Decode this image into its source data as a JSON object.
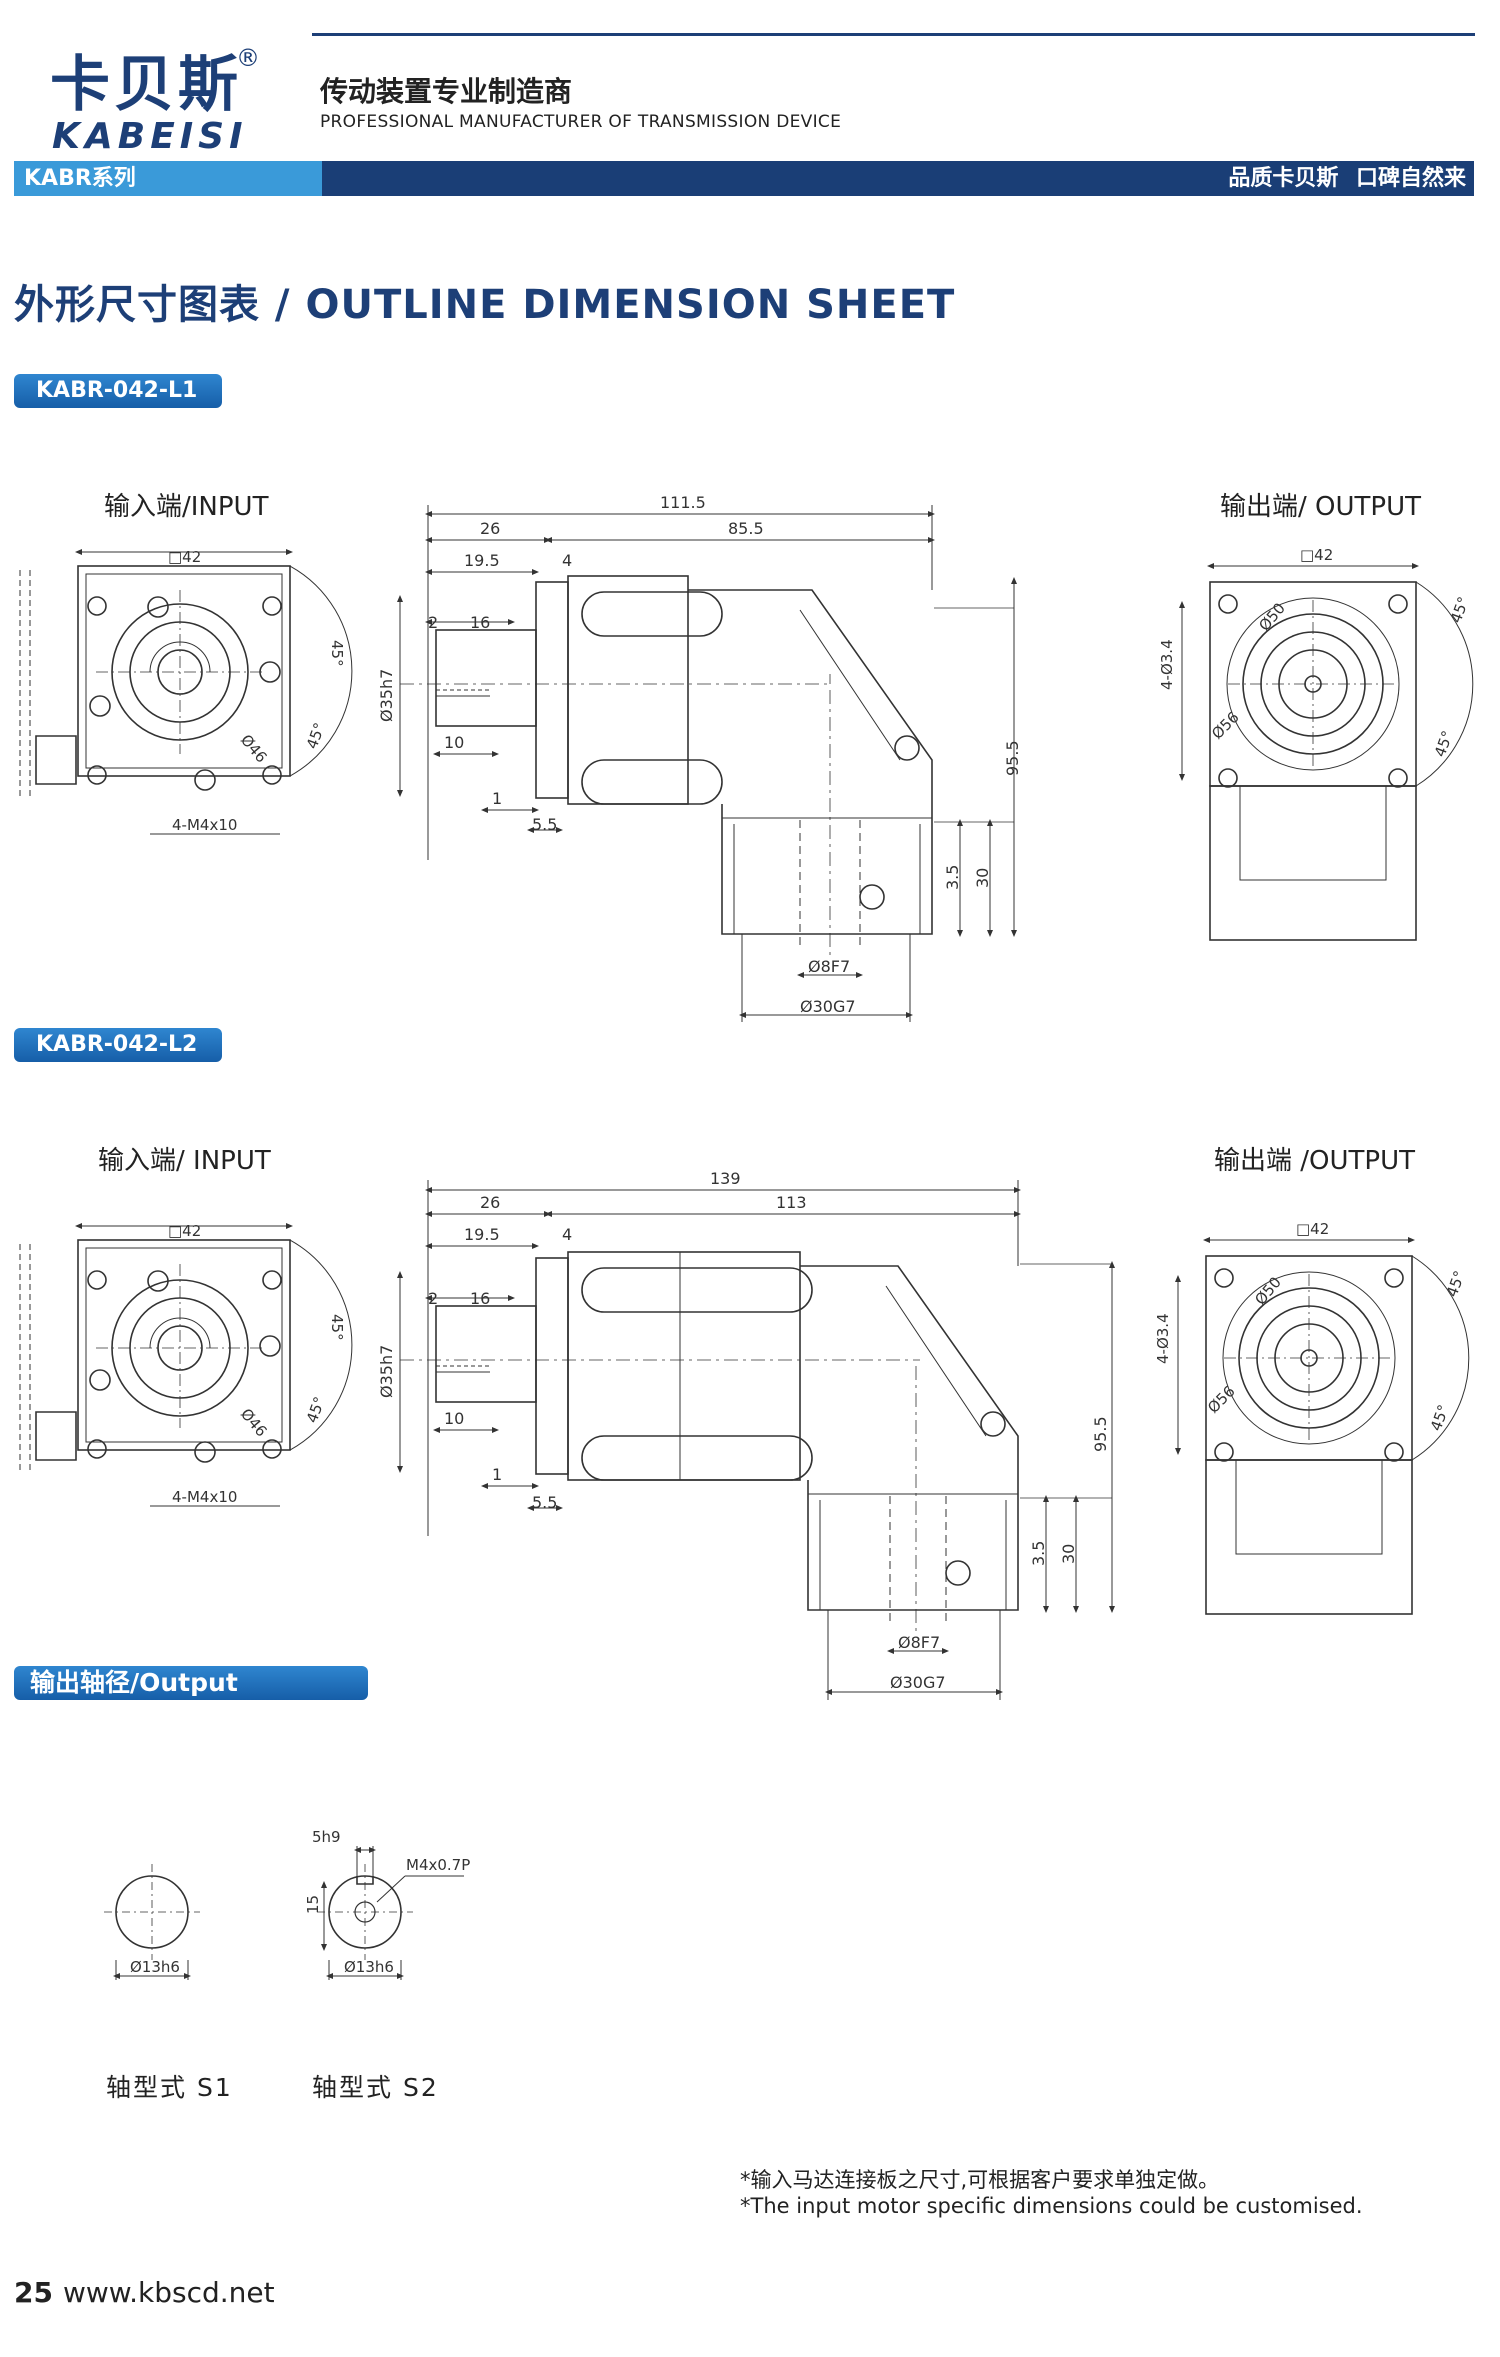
{
  "header": {
    "logo_cn": "卡贝斯",
    "logo_reg": "®",
    "logo_en": "KABEISI",
    "tagline_cn": "传动装置专业制造商",
    "tagline_en": "PROFESSIONAL MANUFACTURER OF TRANSMISSION DEVICE",
    "series": "KABR系列",
    "slogan": "品质卡贝斯 口碑自然来",
    "colors": {
      "navy": "#1a3e76",
      "light_blue": "#3a9ad9"
    }
  },
  "page_title": "外形尺寸图表 / OUTLINE DIMENSION SHEET",
  "models": [
    {
      "name": "KABR-042-L1",
      "input_label": "输入端/INPUT",
      "output_label": "输出端/ OUTPUT",
      "dims": {
        "total": "111.5",
        "a": "26",
        "b": "85.5",
        "c": "19.5",
        "d": "4",
        "e": "2",
        "f": "16",
        "bore": "Ø35h7",
        "g": "10",
        "h": "1",
        "i": "5.5",
        "height": "95.5",
        "j": "3.5",
        "k": "30",
        "shaft": "Ø8F7",
        "pilot": "Ø30G7"
      },
      "input_dims": {
        "square": "□42",
        "pcd": "Ø46",
        "angle": "45°",
        "bolts": "4-M4x10"
      },
      "output_dims": {
        "square": "□42",
        "holes": "4-Ø3.4",
        "pcd1": "Ø50",
        "pcd2": "Ø56",
        "angle": "45°"
      }
    },
    {
      "name": "KABR-042-L2",
      "input_label": "输入端/ INPUT",
      "output_label": "输出端 /OUTPUT",
      "dims": {
        "total": "139",
        "a": "26",
        "b": "113",
        "c": "19.5",
        "d": "4",
        "e": "2",
        "f": "16",
        "bore": "Ø35h7",
        "g": "10",
        "h": "1",
        "i": "5.5",
        "height": "95.5",
        "j": "3.5",
        "k": "30",
        "shaft": "Ø8F7",
        "pilot": "Ø30G7"
      },
      "input_dims": {
        "square": "□42",
        "pcd": "Ø46",
        "angle": "45°",
        "bolts": "4-M4x10"
      },
      "output_dims": {
        "square": "□42",
        "holes": "4-Ø3.4",
        "pcd1": "Ø50",
        "pcd2": "Ø56",
        "angle": "45°"
      }
    }
  ],
  "output_diameter": {
    "title": "输出轴径/Output Diameter",
    "s1": {
      "label": "轴型式 S1",
      "dia": "Ø13h6"
    },
    "s2": {
      "label": "轴型式 S2",
      "dia": "Ø13h6",
      "key": "5h9",
      "height": "15",
      "thread": "M4x0.7P"
    }
  },
  "notes": [
    "*输入马达连接板之尺寸,可根据客户要求单独定做。",
    "*The input motor specific dimensions could be customised."
  ],
  "footer": {
    "page": "25",
    "url": "www.kbscd.net"
  }
}
